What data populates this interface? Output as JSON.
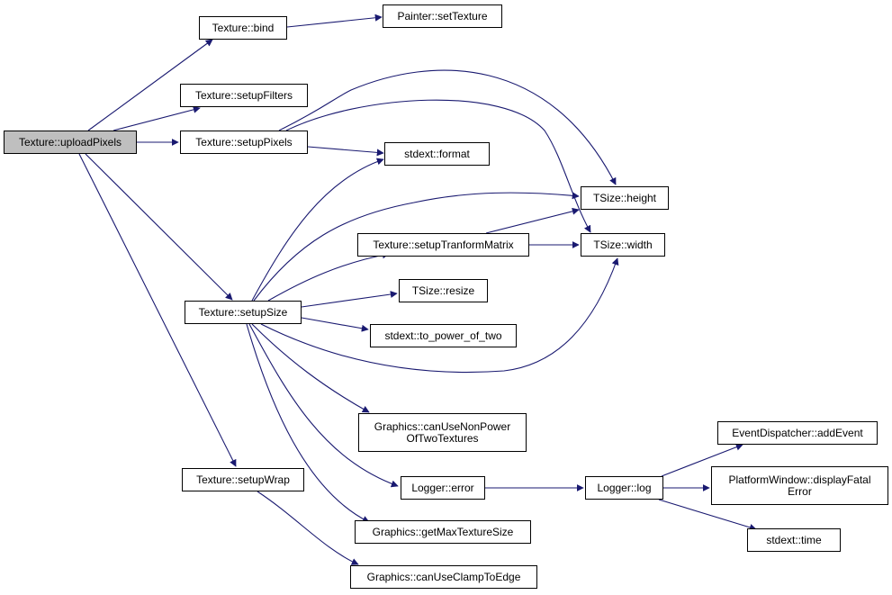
{
  "graph": {
    "edge_color": "#191970",
    "root_fill": "#bfbfbf",
    "nodes": {
      "upload_pixels": "Texture::uploadPixels",
      "bind": "Texture::bind",
      "set_texture": "Painter::setTexture",
      "setup_filters": "Texture::setupFilters",
      "setup_pixels": "Texture::setupPixels",
      "format": "stdext::format",
      "height": "TSize::height",
      "width": "TSize::width",
      "setup_tranform_matrix": "Texture::setupTranformMatrix",
      "resize": "TSize::resize",
      "setup_size": "Texture::setupSize",
      "to_power_of_two": "stdext::to_power_of_two",
      "can_use_npot": "Graphics::canUseNonPower OfTwoTextures",
      "add_event": "EventDispatcher::addEvent",
      "setup_wrap": "Texture::setupWrap",
      "display_fatal_error": "PlatformWindow::displayFatal Error",
      "logger_error": "Logger::error",
      "logger_log": "Logger::log",
      "get_max_texture_size": "Graphics::getMaxTextureSize",
      "time": "stdext::time",
      "can_use_clamp_to_edge": "Graphics::canUseClampToEdge"
    }
  }
}
